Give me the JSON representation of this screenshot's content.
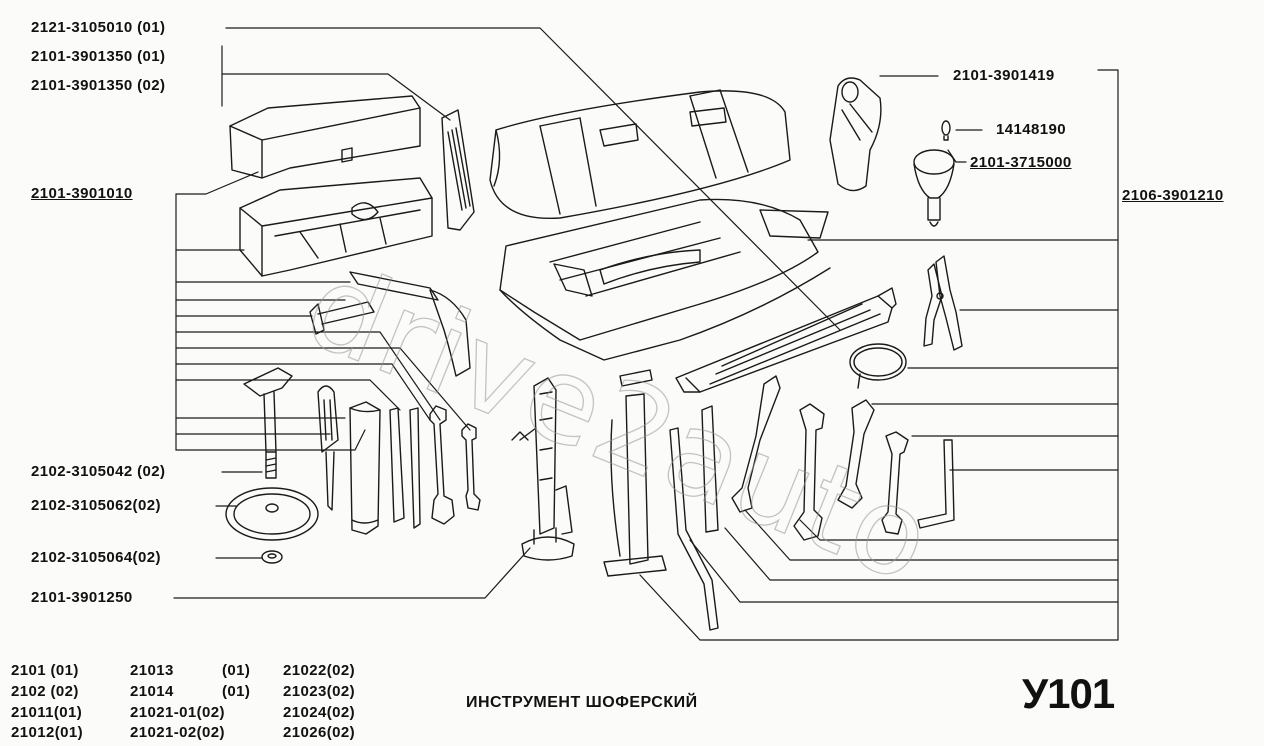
{
  "diagram": {
    "title": "ИНСТРУМЕНТ ШОФЕРСКИЙ",
    "code": "У101",
    "watermark": "drive2auto"
  },
  "part_labels": [
    {
      "id": "roll-toolbag",
      "text": "2121-3105010 (01)"
    },
    {
      "id": "tire-lever-01",
      "text": "2101-3901350 (01)"
    },
    {
      "id": "tire-lever-02",
      "text": "2101-3901350 (02)"
    },
    {
      "id": "tool-case",
      "text": "2101-3901010"
    },
    {
      "id": "oil-can",
      "text": "2101-3901419"
    },
    {
      "id": "bulb",
      "text": "14148190"
    },
    {
      "id": "inspection-lamp",
      "text": "2101-3715000"
    },
    {
      "id": "tool-set",
      "text": "2106-3901210"
    },
    {
      "id": "wheel-bolt",
      "text": "2102-3105042 (02)"
    },
    {
      "id": "wheel-cap",
      "text": "2102-3105062(02)"
    },
    {
      "id": "washer",
      "text": "2102-3105064(02)"
    },
    {
      "id": "jack",
      "text": "2101-3901250"
    }
  ],
  "applicability": [
    [
      "2101 (01)",
      "21013",
      "(01)",
      "21022(02)"
    ],
    [
      "2102 (02)",
      "21014",
      "(01)",
      "21023(02)"
    ],
    [
      "21011(01)",
      "21021-01(02)",
      "",
      "21024(02)"
    ],
    [
      "21012(01)",
      "21021-02(02)",
      "",
      "21026(02)"
    ]
  ]
}
